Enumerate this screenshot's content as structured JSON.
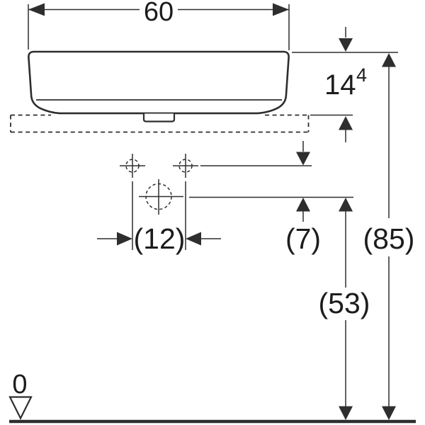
{
  "colors": {
    "line": "#2e2e2e",
    "text": "#1c1c1c",
    "background": "#ffffff"
  },
  "labels": {
    "width": "60",
    "basin_height_base": "14",
    "basin_height_sup": "4",
    "tap_hole_spacing": "(12)",
    "tap_level_offset": "(7)",
    "drain_level_height": "(53)",
    "rim_level_height": "(85)",
    "datum_zero": "0"
  },
  "symbols": [
    "washbasin-profile",
    "mounting-surface-dashed-box",
    "tap-hole-marker-left",
    "tap-hole-marker-right",
    "drain-hole-marker",
    "datum-triangle",
    "ground-line",
    "dimension-arrowheads"
  ]
}
